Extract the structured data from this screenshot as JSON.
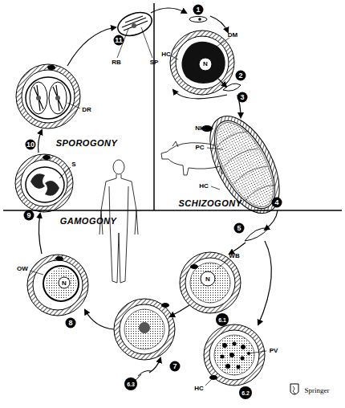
{
  "diagram": {
    "labels": [
      "1",
      "DM",
      "HC",
      "N",
      "2",
      "3",
      "NH",
      "PC",
      "HC",
      "4",
      "RB",
      "SP",
      "11",
      "SPOROGONY",
      "DR",
      "10",
      "S",
      "9",
      "SCHIZOGONY",
      "GAMOGONY",
      "5",
      "WB",
      "N",
      "6.1",
      "OW",
      "N",
      "8",
      "PV",
      "7",
      "HC",
      "6.3",
      "6.2",
      "Springer"
    ]
  }
}
